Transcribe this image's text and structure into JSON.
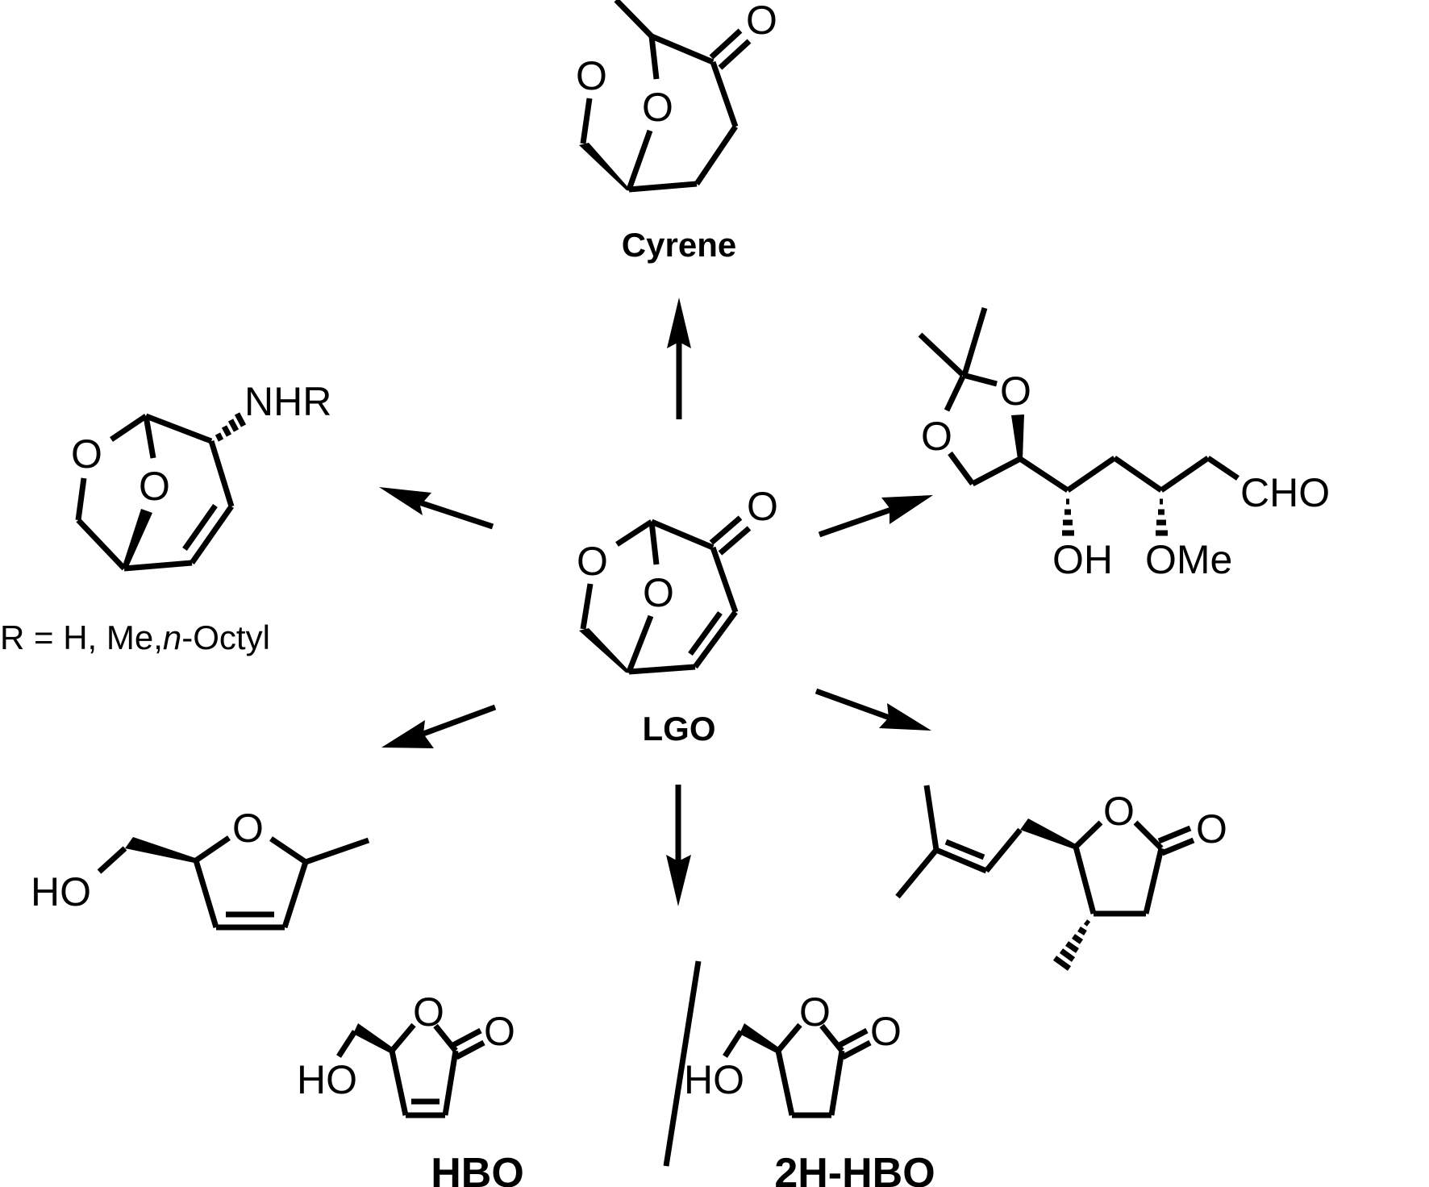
{
  "title": "Transformations of levoglucosenone (LGO)",
  "center": {
    "name": "LGO",
    "atoms": {
      "o_ring": "O",
      "o_bridge": "O",
      "o_carbonyl": "O"
    }
  },
  "products": {
    "top": {
      "name": "Cyrene",
      "atoms": {
        "o_ring": "O",
        "o_bridge": "O",
        "o_carbonyl": "O"
      }
    },
    "upper_left": {
      "name": "",
      "atoms": {
        "o_ring": "O",
        "o_bridge": "O",
        "amine": "NHR"
      },
      "note_prefix": "R = H, Me,",
      "note_italic": "n",
      "note_suffix": "-Octyl"
    },
    "upper_right": {
      "name": "",
      "atoms": {
        "o1": "O",
        "o2": "O",
        "oh": "OH",
        "ome": "OMe",
        "cho": "CHO"
      }
    },
    "lower_left": {
      "name": "",
      "atoms": {
        "ho": "HO",
        "o_ring": "O"
      }
    },
    "lower_right": {
      "name": "",
      "atoms": {
        "o_ring": "O",
        "o_carbonyl": "O"
      }
    },
    "bottom": {
      "left": {
        "name": "HBO",
        "atoms": {
          "ho": "HO",
          "o_ring": "O",
          "o_carbonyl": "O"
        }
      },
      "right": {
        "name": "2H-HBO",
        "atoms": {
          "ho": "HO",
          "o_ring": "O",
          "o_carbonyl": "O"
        }
      },
      "separator": "/"
    }
  },
  "arrows": [
    {
      "direction": "up",
      "target": "Cyrene"
    },
    {
      "direction": "upper-left",
      "target": "amino derivative"
    },
    {
      "direction": "upper-right",
      "target": "aldehyde"
    },
    {
      "direction": "lower-left",
      "target": "dihydrofuran"
    },
    {
      "direction": "lower-right",
      "target": "lactone"
    },
    {
      "direction": "down",
      "target": "HBO / 2H-HBO"
    }
  ],
  "colors": {
    "ink": "#000000",
    "background": "#ffffff"
  }
}
